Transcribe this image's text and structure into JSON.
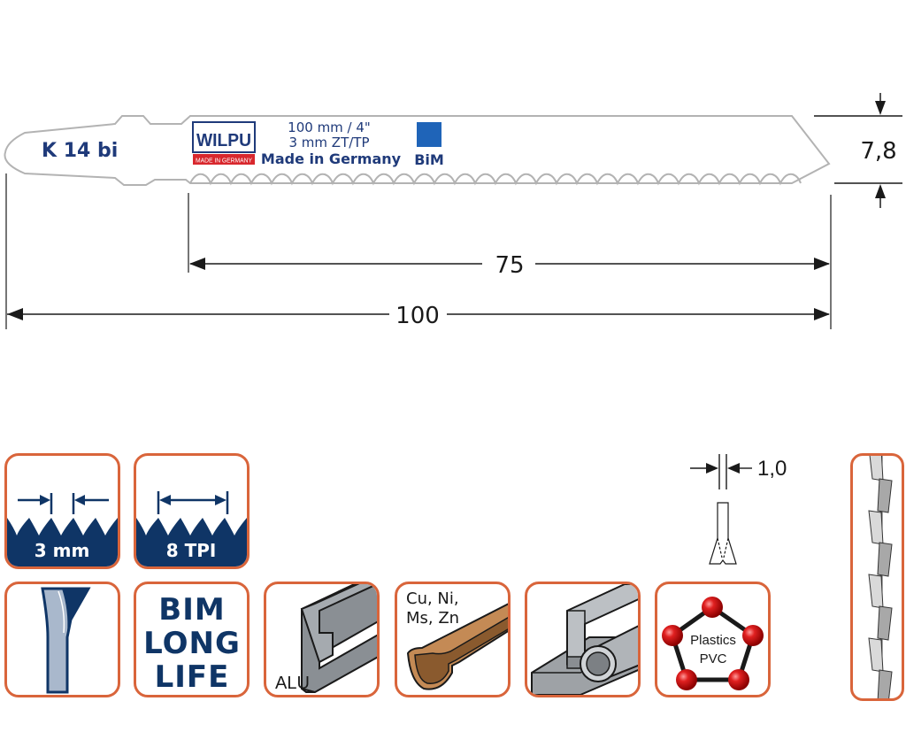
{
  "blade": {
    "model": "K 14 bi",
    "brand": "WILPU",
    "brand_tag": "MADE IN GERMANY",
    "spec_line1": "100 mm / 4\"",
    "spec_line2": "3 mm ZT/TP",
    "spec_line3": "Made in Germany",
    "material_badge": "BiM",
    "brand_color": "#1f3a7a",
    "badge_color": "#1f64b8",
    "tag_color": "#d8272d"
  },
  "dimensions": {
    "height": "7,8",
    "cutting_length": "75",
    "total_length": "100",
    "set_width": "1,0"
  },
  "icons": {
    "tooth_pitch": {
      "label": "3 mm"
    },
    "tpi": {
      "label": "8 TPI"
    },
    "tooth_profile": {
      "label": ""
    },
    "bim_long_life": {
      "line1": "BIM",
      "line2": "LONG",
      "line3": "LIFE"
    },
    "aluminium": {
      "label": "ALU"
    },
    "non_ferrous": {
      "line1": "Cu, Ni,",
      "line2": "Ms, Zn"
    },
    "steel_profiles": {
      "label": ""
    },
    "plastics": {
      "line1": "Plastics",
      "line2": "PVC"
    },
    "set_teeth": {
      "label": ""
    }
  },
  "colors": {
    "tile_border": "#d9653b",
    "navy": "#0f3566",
    "plastics_ball": "#d42020"
  }
}
